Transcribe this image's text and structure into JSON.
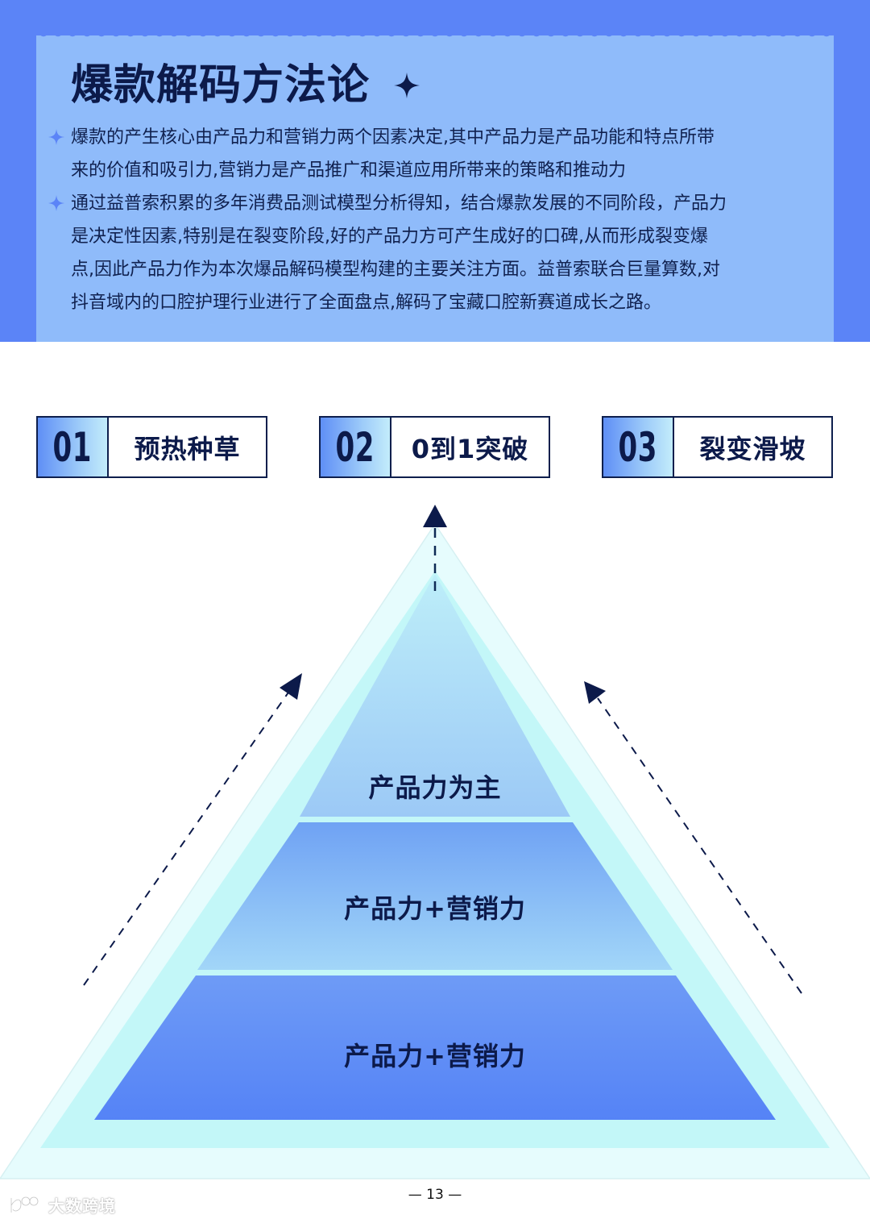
{
  "header": {
    "title": "爆款解码方法论",
    "title_icon": "sparkle-icon",
    "bullets": [
      {
        "icon": "sparkle-icon",
        "lines": [
          "爆款的产生核心由产品力和营销力两个因素决定,其中产品力是产品功能和特点所带",
          "来的价值和吸引力,营销力是产品推广和渠道应用所带来的策略和推动力"
        ]
      },
      {
        "icon": "sparkle-icon",
        "lines": [
          "通过益普索积累的多年消费品测试模型分析得知，结合爆款发展的不同阶段，产品力",
          "是决定性因素,特别是在裂变阶段,好的产品力方可产生成好的口碑,从而形成裂变爆",
          "点,因此产品力作为本次爆品解码模型构建的主要关注方面。益普索联合巨量算数,对",
          "抖音域内的口腔护理行业进行了全面盘点,解码了宝藏口腔新赛道成长之路。"
        ]
      }
    ]
  },
  "stages": [
    {
      "number": "01",
      "label": "预热种草"
    },
    {
      "number": "02",
      "label": "0到1突破"
    },
    {
      "number": "03",
      "label": "裂变滑坡"
    }
  ],
  "pyramid": {
    "tiers": [
      {
        "label": "产品力为主"
      },
      {
        "label": "产品力+营销力"
      },
      {
        "label": "产品力+营销力"
      }
    ],
    "arrows": [
      "arrow-up-center",
      "arrow-up-left",
      "arrow-up-right"
    ]
  },
  "footer": {
    "page_number": "— 13 —",
    "watermark": "大数跨境"
  },
  "colors": {
    "band_blue": "#5b84f7",
    "card_blue": "#8fbbfa",
    "navy": "#0c1a4a",
    "cyan_light": "#e6fcfd",
    "cyan": "#c3f6f8"
  }
}
